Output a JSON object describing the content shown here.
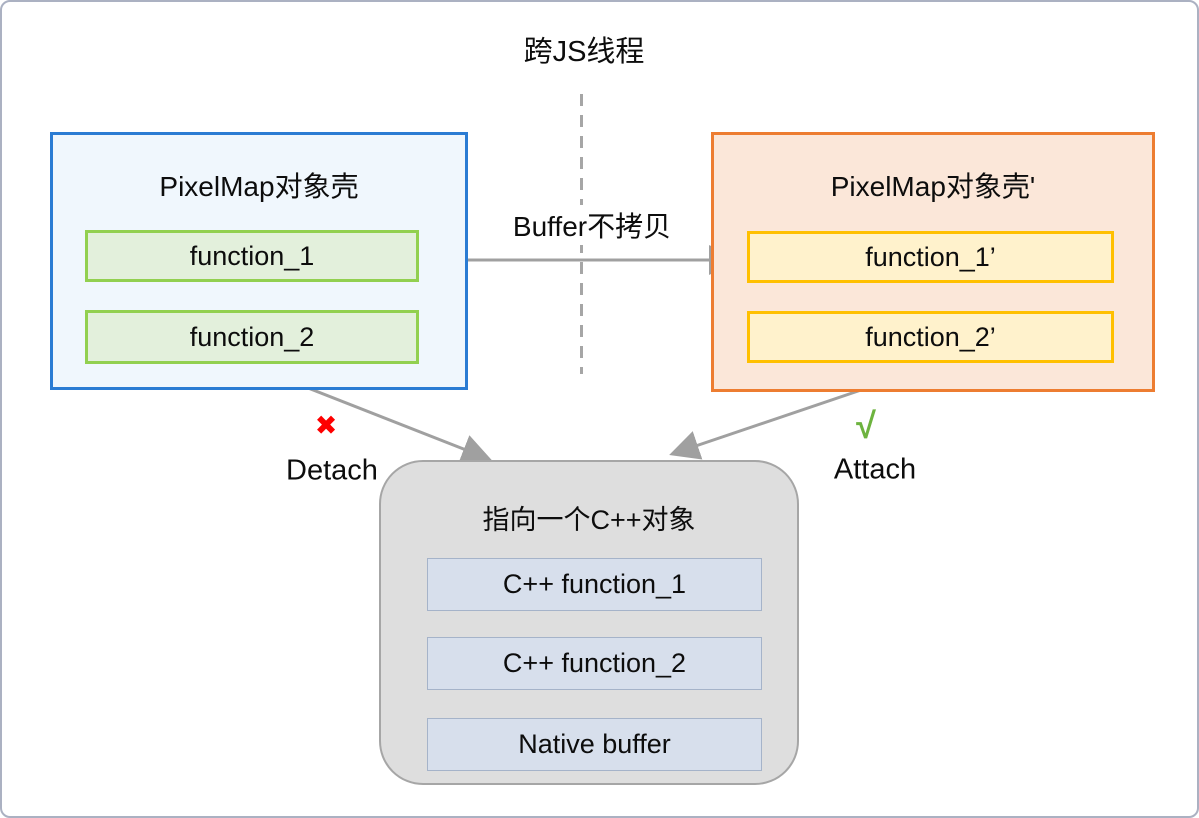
{
  "diagram": {
    "title": "跨JS线程",
    "buffer_arrow_label": "Buffer不拷贝",
    "left_box": {
      "title": "PixelMap对象壳",
      "items": [
        "function_1",
        "function_2"
      ]
    },
    "right_box": {
      "title": "PixelMap对象壳'",
      "items": [
        "function_1’",
        "function_2’"
      ]
    },
    "cpp_box": {
      "title": "指向一个C++对象",
      "items": [
        "C++ function_1",
        "C++ function_2",
        "Native buffer"
      ]
    },
    "detach": {
      "icon": "✖",
      "label": "Detach"
    },
    "attach": {
      "icon": "√",
      "label": "Attach"
    },
    "colors": {
      "frame_border": "#abb1c2",
      "left_box_border": "#2b7cd3",
      "left_box_fill": "#f0f7fd",
      "green_item_border": "#92d050",
      "green_item_fill": "#e3f0dc",
      "right_box_border": "#ed7d31",
      "right_box_fill": "#fbe7d9",
      "yellow_item_border": "#ffc000",
      "yellow_item_fill": "#fff2cc",
      "cpp_box_border": "#a6a6a6",
      "cpp_box_fill": "#dedede",
      "slate_item_border": "#a5b3c9",
      "slate_item_fill": "#d7dfec",
      "arrow_gray": "#a0a0a0",
      "cross_red": "#fe0000",
      "check_green": "#6db33f"
    }
  }
}
